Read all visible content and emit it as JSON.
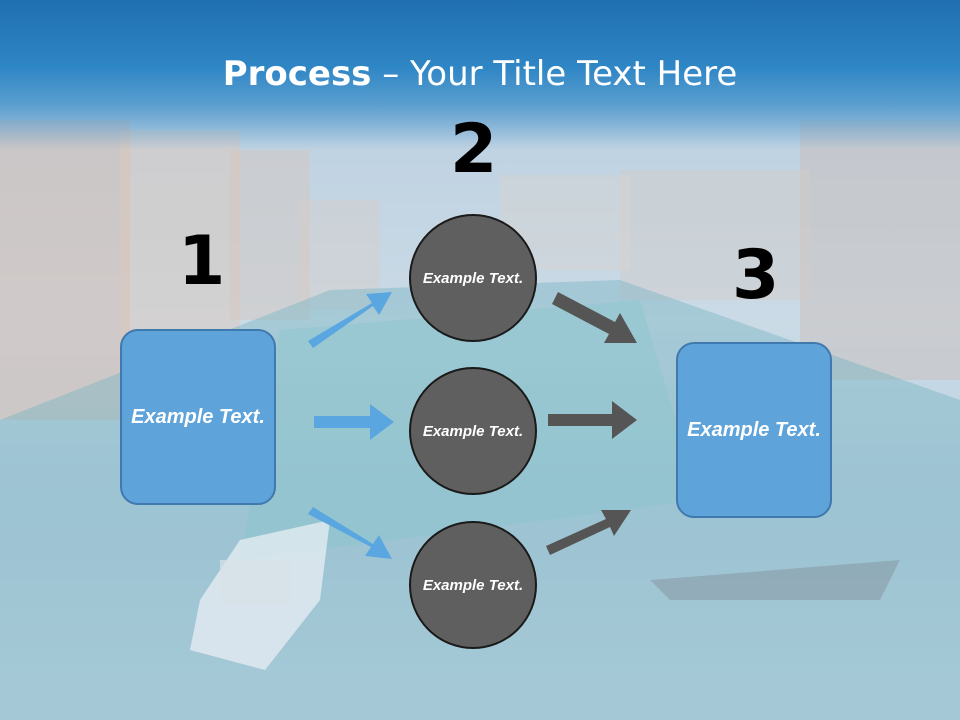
{
  "title": {
    "bold": "Process",
    "rest": " – Your Title Text Here"
  },
  "steps": {
    "one": "1",
    "two": "2",
    "three": "3"
  },
  "left_box": {
    "text": "Example Text."
  },
  "circles": [
    {
      "text": "Example Text."
    },
    {
      "text": "Example Text."
    },
    {
      "text": "Example Text."
    }
  ],
  "right_box": {
    "text": "Example Text."
  },
  "colors": {
    "header": "#2f86c5",
    "box": "#5ea3d9",
    "circle": "#5f5f5f",
    "blue_arrow": "#5aa6e0",
    "gray_arrow": "#555555"
  }
}
